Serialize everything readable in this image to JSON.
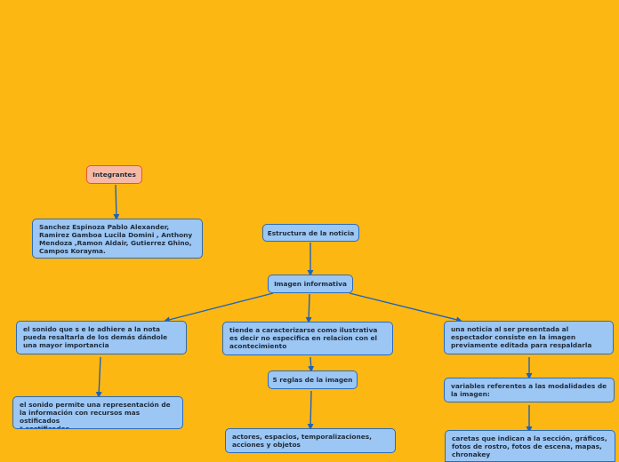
{
  "colors": {
    "background": "#FDB713",
    "node_fill": "#9CC6F4",
    "node_border": "#2E6BB3",
    "highlight_fill": "#F7B9A6",
    "highlight_border": "#E0572F",
    "connector": "#1E63B8"
  },
  "nodes": {
    "integrantes": "Integrantes",
    "members": "Sanchez Espinoza Pablo Alexander, Ramirez Gamboa Lucila Domini , Anthony Mendoza ,Ramon Aldair, Gutierrez Ghino, Campos Korayma.",
    "estructura": "Estructura de la noticia",
    "imagen_informativa": "Imagen informativa",
    "sonido": "el sonido que s e le adhiere a la nota pueda resaltarla de los demás dándole una mayor importancia",
    "sonido_permite": "el sonido permite una representación de la información con recursos mas ostificados\n* sostificados",
    "tiende": "tiende a caracterizarse como ilustrativa es decir no especifica en relacion con el acontecimiento",
    "reglas": "5 reglas de la imagen",
    "actores": "actores, espacios, temporalizaciones, acciones y objetos",
    "noticia_presentada": "una noticia al ser presentada al espectador consiste en la imagen previamente editada para respaldarla",
    "variables": "variables referentes a las modalidades de la imagen:",
    "caretas": "caretas que indican a la sección, gráficos, fotos de rostro, fotos de escena, mapas, chronakey"
  }
}
